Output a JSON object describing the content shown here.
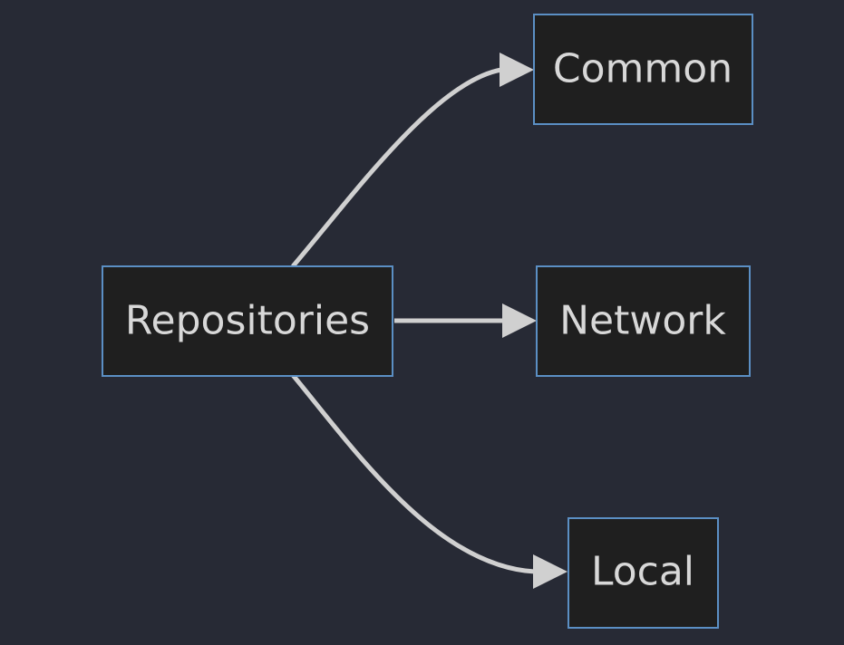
{
  "diagram": {
    "type": "flowchart",
    "direction": "left-to-right",
    "colors": {
      "background": "#272a35",
      "node_fill": "#1f1f1f",
      "node_border": "#5b8fc4",
      "text": "#d8d8d8",
      "edge": "#d0d0d0"
    },
    "nodes": {
      "repositories": "Repositories",
      "common": "Common",
      "network": "Network",
      "local": "Local"
    },
    "edges": [
      {
        "from": "Repositories",
        "to": "Common"
      },
      {
        "from": "Repositories",
        "to": "Network"
      },
      {
        "from": "Repositories",
        "to": "Local"
      }
    ]
  }
}
